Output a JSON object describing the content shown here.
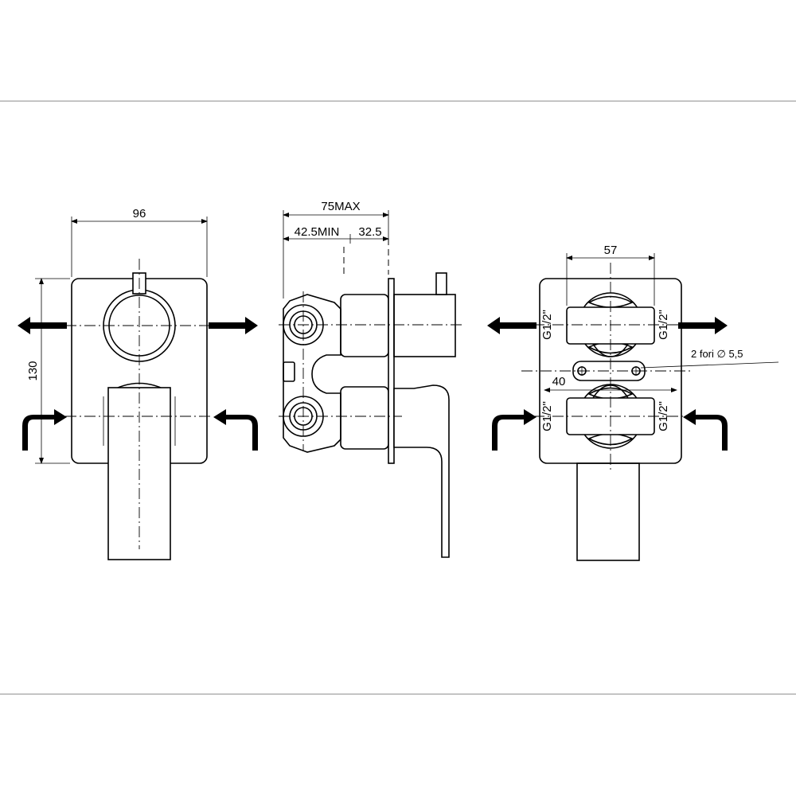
{
  "front_view": {
    "width_label": "96",
    "height_label": "130"
  },
  "side_view": {
    "max_depth_label": "75MAX",
    "min_depth_label": "42.5MIN",
    "offset_label": "32.5"
  },
  "back_view": {
    "spacing_label": "57",
    "hole_spacing_label": "40",
    "holes_label": "2 fori ∅ 5,5",
    "thread_top_left": "G1/2\"",
    "thread_top_right": "G1/2\"",
    "thread_bottom_left": "G1/2\"",
    "thread_bottom_right": "G1/2\""
  }
}
